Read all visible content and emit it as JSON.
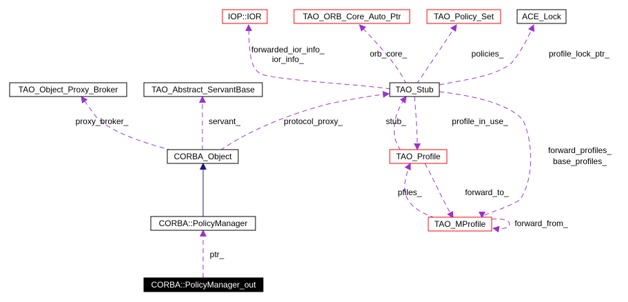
{
  "colors": {
    "edge_usage": "#9a32cd",
    "edge_inherit": "#191970",
    "border_default": "#000000",
    "border_truncated": "#ff0000",
    "highlight_fill": "#000000",
    "highlight_text": "#ffffff"
  },
  "nodes": [
    {
      "id": "iop_ior",
      "label": "IOP::IOR",
      "style": "truncated"
    },
    {
      "id": "tao_orb_core_auto_ptr",
      "label": "TAO_ORB_Core_Auto_Ptr",
      "style": "truncated"
    },
    {
      "id": "tao_policy_set",
      "label": "TAO_Policy_Set",
      "style": "truncated"
    },
    {
      "id": "ace_lock",
      "label": "ACE_Lock",
      "style": "normal"
    },
    {
      "id": "tao_object_proxy_broker",
      "label": "TAO_Object_Proxy_Broker",
      "style": "normal"
    },
    {
      "id": "tao_abstract_servantbase",
      "label": "TAO_Abstract_ServantBase",
      "style": "normal"
    },
    {
      "id": "tao_stub",
      "label": "TAO_Stub",
      "style": "normal"
    },
    {
      "id": "corba_object",
      "label": "CORBA_Object",
      "style": "normal"
    },
    {
      "id": "tao_profile",
      "label": "TAO_Profile",
      "style": "truncated"
    },
    {
      "id": "corba_policymanager",
      "label": "CORBA::PolicyManager",
      "style": "normal"
    },
    {
      "id": "tao_mprofile",
      "label": "TAO_MProfile",
      "style": "truncated"
    },
    {
      "id": "corba_policymanager_out",
      "label": "CORBA::PolicyManager_out",
      "style": "highlight"
    }
  ],
  "edges": [
    {
      "from": "tao_stub",
      "to": "iop_ior",
      "type": "usage",
      "labels": [
        "forwarded_ior_info_",
        "ior_info_"
      ]
    },
    {
      "from": "tao_stub",
      "to": "tao_orb_core_auto_ptr",
      "type": "usage",
      "labels": [
        "orb_core_"
      ]
    },
    {
      "from": "tao_stub",
      "to": "tao_policy_set",
      "type": "usage",
      "labels": [
        "policies_"
      ]
    },
    {
      "from": "tao_stub",
      "to": "ace_lock",
      "type": "usage",
      "labels": [
        "profile_lock_ptr_"
      ]
    },
    {
      "from": "corba_object",
      "to": "tao_object_proxy_broker",
      "type": "usage",
      "labels": [
        "proxy_broker_"
      ]
    },
    {
      "from": "corba_object",
      "to": "tao_abstract_servantbase",
      "type": "usage",
      "labels": [
        "servant_"
      ]
    },
    {
      "from": "corba_object",
      "to": "tao_stub",
      "type": "usage",
      "labels": [
        "protocol_proxy_"
      ]
    },
    {
      "from": "tao_profile",
      "to": "tao_stub",
      "type": "usage",
      "labels": [
        "stub_"
      ]
    },
    {
      "from": "tao_stub",
      "to": "tao_profile",
      "type": "usage",
      "labels": [
        "profile_in_use_"
      ]
    },
    {
      "from": "tao_stub",
      "to": "tao_mprofile",
      "type": "usage",
      "labels": [
        "forward_profiles_",
        "base_profiles_"
      ]
    },
    {
      "from": "tao_mprofile",
      "to": "tao_profile",
      "type": "usage",
      "labels": [
        "pfiles_"
      ]
    },
    {
      "from": "tao_profile",
      "to": "tao_mprofile",
      "type": "usage",
      "labels": [
        "forward_to_"
      ]
    },
    {
      "from": "tao_mprofile",
      "to": "tao_mprofile",
      "type": "usage",
      "labels": [
        "forward_from_"
      ]
    },
    {
      "from": "corba_policymanager",
      "to": "corba_object",
      "type": "inheritance",
      "labels": []
    },
    {
      "from": "corba_policymanager_out",
      "to": "corba_policymanager",
      "type": "usage",
      "labels": [
        "ptr_"
      ]
    }
  ]
}
